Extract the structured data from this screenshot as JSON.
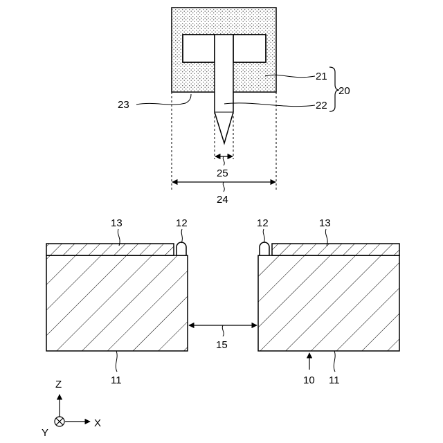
{
  "figure": {
    "labels": {
      "tool": "20",
      "holder": "21",
      "blade": "22",
      "holder_edge": "23",
      "holder_width": "24",
      "blade_width": "25",
      "substrate": "10",
      "base_left": "11",
      "base_right": "11",
      "bump_left": "12",
      "bump_right": "12",
      "layer_left": "13",
      "layer_right": "13",
      "gap": "15"
    },
    "axes": {
      "z": "Z",
      "x": "X",
      "y": "Y"
    }
  },
  "colors": {
    "line": "#000000",
    "background": "#ffffff",
    "stipple": "#555555"
  }
}
